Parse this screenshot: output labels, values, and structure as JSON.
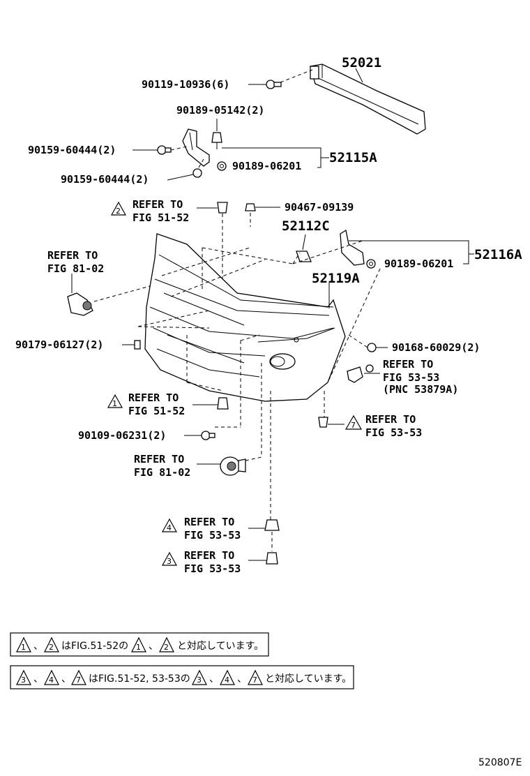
{
  "parts": {
    "p52021": "52021",
    "p90119": "90119-10936(6)",
    "p90189a": "90189-05142(2)",
    "p90159a": "90159-60444(2)",
    "p52115A": "52115A",
    "p90189b": "90189-06201",
    "p90159b": "90159-60444(2)",
    "p90467": "90467-09139",
    "p52112C": "52112C",
    "p52116A": "52116A",
    "p90189c": "90189-06201",
    "p52119A": "52119A",
    "p90179": "90179-06127(2)",
    "p90168": "90168-60029(2)",
    "p90109": "90109-06231(2)"
  },
  "refs": {
    "r1_a": "REFER TO",
    "r1_b": "FIG 51-52",
    "r2_a": "REFER TO",
    "r2_b": "FIG 81-02",
    "r3_a": "REFER TO",
    "r3_b": "FIG 53-53",
    "r3_c": "(PNC 53879A)",
    "r4_a": "REFER TO",
    "r4_b": "FIG 51-52",
    "r5_a": "REFER TO",
    "r5_b": "FIG 53-53",
    "r6_a": "REFER TO",
    "r6_b": "FIG 81-02",
    "r7_a": "REFER TO",
    "r7_b": "FIG 53-53",
    "r8_a": "REFER TO",
    "r8_b": "FIG 53-53"
  },
  "markers": {
    "m1": "1",
    "m2": "2",
    "m3": "3",
    "m4": "4",
    "m7": "7"
  },
  "notes": {
    "n1_text": "はFIG.51-52の",
    "n1_end": "と対応しています。",
    "n2_text": "はFIG.51-52, 53-53の",
    "n2_end": "と対応しています。",
    "sep": "、"
  },
  "footer_code": "520807E"
}
